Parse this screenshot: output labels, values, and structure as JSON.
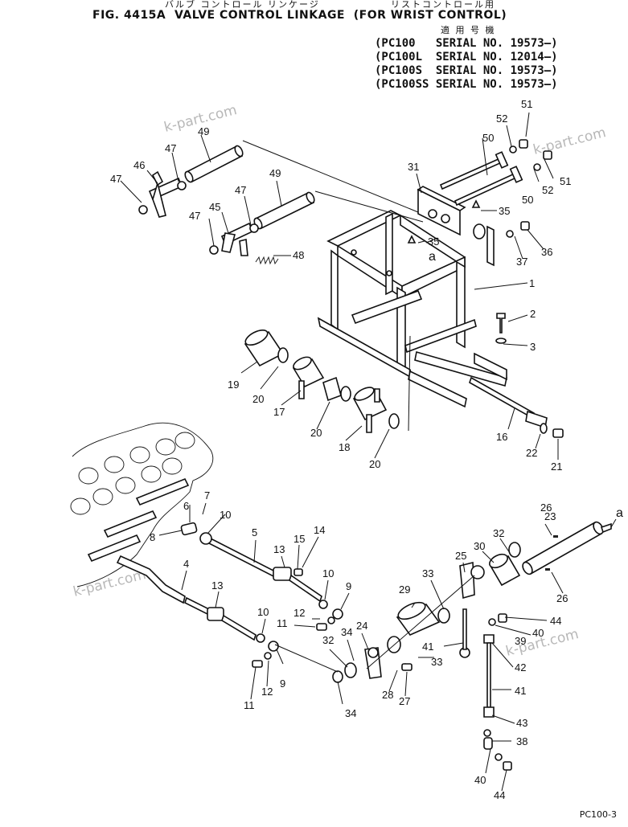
{
  "header": {
    "jp_left": "バルブ コントロール リンケージ",
    "jp_right": "リストコントロール用",
    "title": "FIG. 4415A  VALVE CONTROL LINKAGE  (FOR WRIST CONTROL)",
    "applicable_jp": "適 用 号 機",
    "serials": [
      "(PC100   SERIAL NO. 19573—)",
      "(PC100L  SERIAL NO. 12014—)",
      "(PC100S  SERIAL NO. 19573—)",
      "(PC100SS SERIAL NO. 19573—)"
    ]
  },
  "watermark": "k-part.com",
  "page_code": "PC100-3",
  "callouts": {
    "n1": "1",
    "n2": "2",
    "n3": "3",
    "n4": "4",
    "n5": "5",
    "n6": "6",
    "n7": "7",
    "n8": "8",
    "n9": "9",
    "n10": "10",
    "n11": "11",
    "n12": "12",
    "n13": "13",
    "n14": "14",
    "n15": "15",
    "n16": "16",
    "n17": "17",
    "n18": "18",
    "n19": "19",
    "n20": "20",
    "n21": "21",
    "n22": "22",
    "n23": "23",
    "n24": "24",
    "n25": "25",
    "n26": "26",
    "n27": "27",
    "n28": "28",
    "n29": "29",
    "n30": "30",
    "n31": "31",
    "n32": "32",
    "n33": "33",
    "n34": "34",
    "n35": "35",
    "n36": "36",
    "n37": "37",
    "n38": "38",
    "n39": "39",
    "n40": "40",
    "n41": "41",
    "n42": "42",
    "n43": "43",
    "n44": "44",
    "n45": "45",
    "n46": "46",
    "n47": "47",
    "n48": "48",
    "n49": "49",
    "n50": "50",
    "n51": "51",
    "n52": "52",
    "a": "a"
  }
}
